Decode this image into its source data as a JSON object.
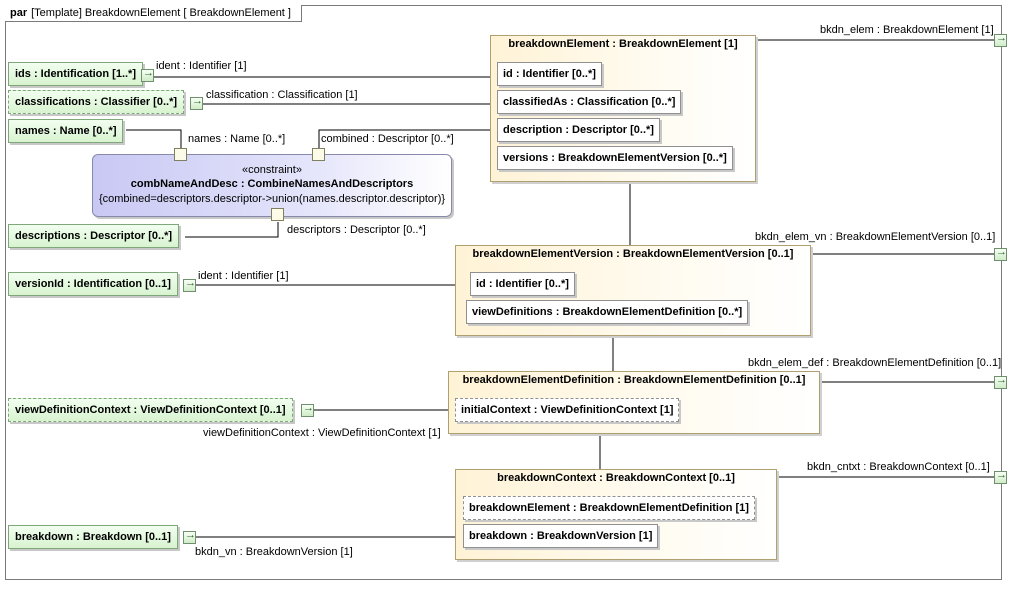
{
  "frame": {
    "keyword": "par",
    "title": "[Template] BreakdownElement [ BreakdownElement ]"
  },
  "external": {
    "ids": "ids : Identification [1..*]",
    "classifications": "classifications : Classifier [0..*]",
    "names": "names : Name [0..*]",
    "descriptions": "descriptions : Descriptor [0..*]",
    "versionId": "versionId : Identification [0..1]",
    "viewDefinitionContext": "viewDefinitionContext : ViewDefinitionContext [0..1]",
    "breakdown": "breakdown : Breakdown [0..1]"
  },
  "constraint": {
    "stereotype": "«constraint»",
    "name": "combNameAndDesc : CombineNamesAndDescriptors",
    "expression": "{combined=descriptors.descriptor->union(names.descriptor.descriptor)}"
  },
  "blocks": {
    "element": {
      "title": "breakdownElement : BreakdownElement [1]",
      "parts": [
        "id : Identifier [0..*]",
        "classifiedAs : Classification [0..*]",
        "description : Descriptor [0..*]",
        "versions : BreakdownElementVersion [0..*]"
      ]
    },
    "version": {
      "title": "breakdownElementVersion : BreakdownElementVersion [0..1]",
      "parts": [
        "id : Identifier [0..*]",
        "viewDefinitions : BreakdownElementDefinition [0..*]"
      ]
    },
    "definition": {
      "title": "breakdownElementDefinition : BreakdownElementDefinition [0..1]",
      "parts": [
        "initialContext : ViewDefinitionContext [1]"
      ]
    },
    "context": {
      "title": "breakdownContext : BreakdownContext [0..1]",
      "parts": [
        "breakdownElement : BreakdownElementDefinition [1]",
        "breakdown : BreakdownVersion [1]"
      ]
    }
  },
  "labels": {
    "ident1": "ident : Identifier [1]",
    "classification": "classification : Classification [1]",
    "namesName": "names : Name [0..*]",
    "combined": "combined : Descriptor [0..*]",
    "descriptorsDesc": "descriptors : Descriptor [0..*]",
    "ident2": "ident : Identifier [1]",
    "viewDefCtx": "viewDefinitionContext : ViewDefinitionContext [1]",
    "bkdnVn": "bkdn_vn : BreakdownVersion [1]",
    "bkdnElem": "bkdn_elem : BreakdownElement [1]",
    "bkdnElemVn": "bkdn_elem_vn : BreakdownElementVersion [0..1]",
    "bkdnElemDef": "bkdn_elem_def : BreakdownElementDefinition [0..1]",
    "bkdnCntxt": "bkdn_cntxt : BreakdownContext [0..1]"
  }
}
